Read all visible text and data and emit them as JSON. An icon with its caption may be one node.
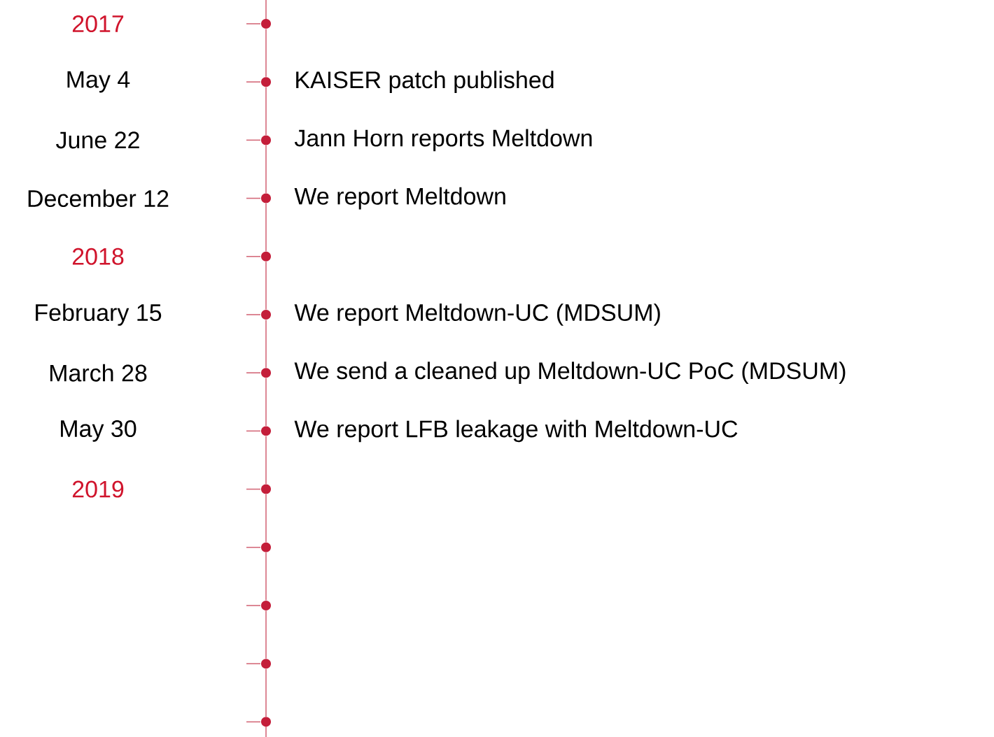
{
  "diagram": {
    "nodes": [
      {
        "text": [],
        "shape": "circle"
      },
      {
        "text": [],
        "shape": "circle",
        "beside": [
          "KAISER patch published"
        ]
      },
      {
        "text": [],
        "shape": "circle",
        "beside": [
          "Jann Horn reports Meltdown"
        ]
      },
      {
        "text": [],
        "shape": "circle",
        "beside": [
          "We report Meltdown"
        ]
      },
      {
        "text": [],
        "shape": "circle"
      },
      {
        "text": [],
        "shape": "circle",
        "beside": [
          "We report Meltdown-UC (MDSUM)"
        ]
      },
      {
        "text": [],
        "shape": "circle",
        "beside": [
          "We send a cleaned up Meltdown-UC PoC (MDSUM)"
        ]
      },
      {
        "text": [],
        "shape": "circle",
        "beside": [
          "We report LFB leakage with Meltdown-UC"
        ]
      },
      {
        "text": [],
        "shape": "circle"
      },
      {
        "text": [],
        "shape": "circle"
      },
      {
        "text": [],
        "shape": "circle"
      },
      {
        "text": [],
        "shape": "circle"
      },
      {
        "text": [],
        "shape": "circle"
      }
    ],
    "edges": [
      {
        "from": 0,
        "to": 1,
        "arrow": "none"
      },
      {
        "from": 1,
        "to": 2,
        "arrow": "none"
      },
      {
        "from": 2,
        "to": 3,
        "arrow": "none"
      },
      {
        "from": 3,
        "to": 4,
        "arrow": "none"
      },
      {
        "from": 4,
        "to": 5,
        "arrow": "none"
      },
      {
        "from": 5,
        "to": 6,
        "arrow": "none"
      },
      {
        "from": 6,
        "to": 7,
        "arrow": "none"
      },
      {
        "from": 7,
        "to": 8,
        "arrow": "none"
      },
      {
        "from": 8,
        "to": 9,
        "arrow": "none"
      },
      {
        "from": 9,
        "to": 10,
        "arrow": "none"
      },
      {
        "from": 10,
        "to": 11,
        "arrow": "none"
      },
      {
        "from": 11,
        "to": 12,
        "arrow": "none"
      }
    ],
    "labels": [
      "2017",
      "May 4",
      "June 22",
      "December 12",
      "2018",
      "February 15",
      "March 28",
      "May 30",
      "2019"
    ]
  }
}
